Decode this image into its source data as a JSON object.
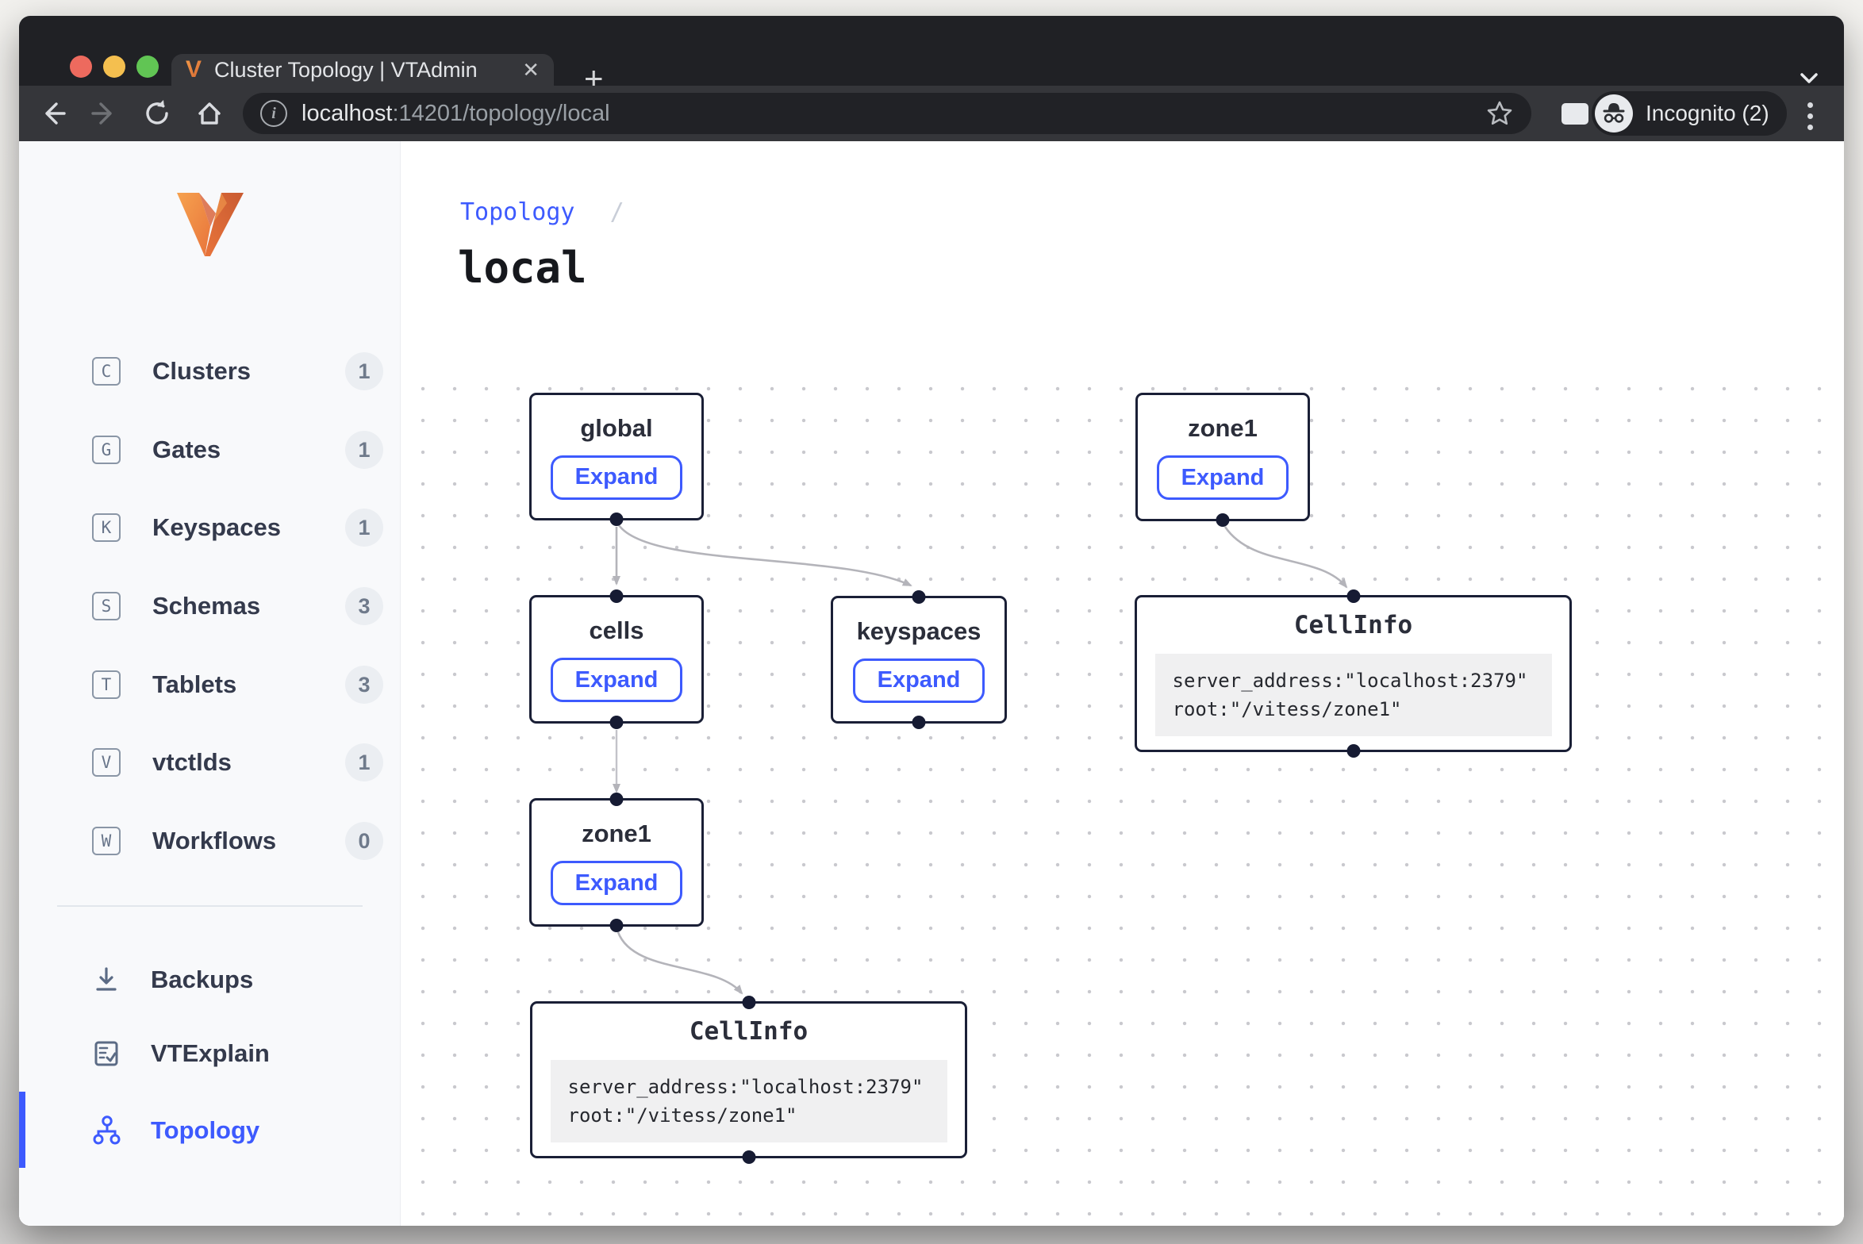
{
  "browser": {
    "tab": {
      "favicon_letter": "V",
      "title": "Cluster Topology | VTAdmin",
      "close_icon": "✕",
      "new_tab_icon": "+"
    },
    "toolbar": {
      "url_host": "localhost",
      "url_rest": ":14201/topology/local",
      "info_icon": "i",
      "incognito_label": "Incognito (2)"
    }
  },
  "sidebar": {
    "items": [
      {
        "icon_letter": "C",
        "label": "Clusters",
        "count": "1"
      },
      {
        "icon_letter": "G",
        "label": "Gates",
        "count": "1"
      },
      {
        "icon_letter": "K",
        "label": "Keyspaces",
        "count": "1"
      },
      {
        "icon_letter": "S",
        "label": "Schemas",
        "count": "3"
      },
      {
        "icon_letter": "T",
        "label": "Tablets",
        "count": "3"
      },
      {
        "icon_letter": "V",
        "label": "vtctlds",
        "count": "1"
      },
      {
        "icon_letter": "W",
        "label": "Workflows",
        "count": "0"
      }
    ],
    "secondary": [
      {
        "label": "Backups"
      },
      {
        "label": "VTExplain"
      },
      {
        "label": "Topology",
        "active": true
      }
    ]
  },
  "main": {
    "breadcrumb": {
      "link": "Topology",
      "separator": "/"
    },
    "title": "local"
  },
  "graph": {
    "nodes": [
      {
        "id": "global",
        "type": "expand",
        "title": "global",
        "button_label": "Expand"
      },
      {
        "id": "zone1-top",
        "type": "expand",
        "title": "zone1",
        "button_label": "Expand"
      },
      {
        "id": "cells",
        "type": "expand",
        "title": "cells",
        "button_label": "Expand"
      },
      {
        "id": "keyspaces",
        "type": "expand",
        "title": "keyspaces",
        "button_label": "Expand"
      },
      {
        "id": "cellinfo-right",
        "type": "cellinfo",
        "title": "CellInfo",
        "lines": [
          "server_address:\"localhost:2379\"",
          "root:\"/vitess/zone1\""
        ]
      },
      {
        "id": "zone1-lower",
        "type": "expand",
        "title": "zone1",
        "button_label": "Expand"
      },
      {
        "id": "cellinfo-bottom",
        "type": "cellinfo",
        "title": "CellInfo",
        "lines": [
          "server_address:\"localhost:2379\"",
          "root:\"/vitess/zone1\""
        ]
      }
    ],
    "edges": [
      {
        "from": "global",
        "to": "cells"
      },
      {
        "from": "global",
        "to": "keyspaces"
      },
      {
        "from": "zone1-top",
        "to": "cellinfo-right"
      },
      {
        "from": "cells",
        "to": "zone1-lower"
      },
      {
        "from": "zone1-lower",
        "to": "cellinfo-bottom"
      }
    ]
  },
  "colors": {
    "accent_blue": "#3d5afe",
    "node_border": "#1a1f36",
    "edge_gray": "#b4b4ba",
    "vitess_orange": "#e8743b",
    "sidebar_bg": "#f8f9fb",
    "chrome_dark": "#202125",
    "chrome_toolbar": "#35363a"
  }
}
